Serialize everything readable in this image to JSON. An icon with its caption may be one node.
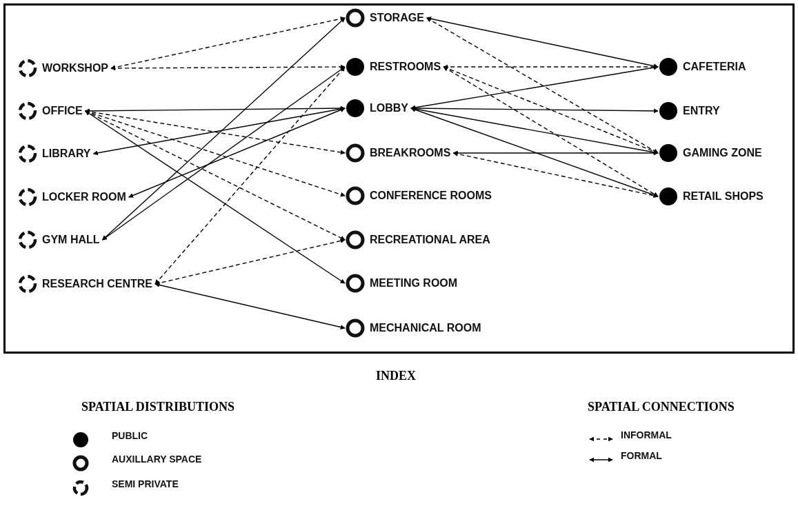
{
  "diagram": {
    "nodes": [
      {
        "text": [
          "WORKSHOP"
        ]
      },
      {
        "text": [
          "OFFICE"
        ]
      },
      {
        "text": [
          "LIBRARY"
        ]
      },
      {
        "text": [
          "LOCKER ROOM"
        ]
      },
      {
        "text": [
          "GYM HALL"
        ]
      },
      {
        "text": [
          "RESEARCH CENTRE"
        ]
      },
      {
        "text": [
          "STORAGE"
        ]
      },
      {
        "text": [
          "RESTROOMS"
        ]
      },
      {
        "text": [
          "LOBBY"
        ]
      },
      {
        "text": [
          "BREAKROOMS"
        ]
      },
      {
        "text": [
          "CONFERENCE ROOMS"
        ]
      },
      {
        "text": [
          "RECREATIONAL AREA"
        ]
      },
      {
        "text": [
          "MEETING ROOM"
        ]
      },
      {
        "text": [
          "MECHANICAL ROOM"
        ]
      },
      {
        "text": [
          "CAFETERIA"
        ]
      },
      {
        "text": [
          "ENTRY"
        ]
      },
      {
        "text": [
          "GAMING ZONE"
        ]
      },
      {
        "text": [
          "RETAIL SHOPS"
        ]
      }
    ],
    "edges": [
      {
        "from": 0,
        "to": 6,
        "arrow": "both",
        "style": "dashed"
      },
      {
        "from": 0,
        "to": 7,
        "arrow": "both",
        "style": "dashed"
      },
      {
        "from": 1,
        "to": 8,
        "arrow": "both"
      },
      {
        "from": 1,
        "to": 9,
        "arrow": "both",
        "style": "dashed"
      },
      {
        "from": 1,
        "to": 10,
        "arrow": "both",
        "style": "dashed"
      },
      {
        "from": 1,
        "to": 11,
        "arrow": "both",
        "style": "dashed"
      },
      {
        "from": 1,
        "to": 12,
        "arrow": "both"
      },
      {
        "from": 2,
        "to": 8,
        "arrow": "both"
      },
      {
        "from": 3,
        "to": 8,
        "arrow": "both"
      },
      {
        "from": 4,
        "to": 6,
        "arrow": "both"
      },
      {
        "from": 4,
        "to": 7,
        "arrow": "both"
      },
      {
        "from": 5,
        "to": 7,
        "arrow": "both",
        "style": "dashed"
      },
      {
        "from": 5,
        "to": 11,
        "arrow": "both",
        "style": "dashed"
      },
      {
        "from": 5,
        "to": 13,
        "arrow": "both"
      },
      {
        "from": 6,
        "to": 14,
        "arrow": "both"
      },
      {
        "from": 6,
        "to": 16,
        "arrow": "both",
        "style": "dashed"
      },
      {
        "from": 7,
        "to": 14,
        "arrow": "both",
        "style": "dashed"
      },
      {
        "from": 7,
        "to": 16,
        "arrow": "both",
        "style": "dashed"
      },
      {
        "from": 7,
        "to": 17,
        "arrow": "both",
        "style": "dashed"
      },
      {
        "from": 8,
        "to": 14,
        "arrow": "both"
      },
      {
        "from": 8,
        "to": 15,
        "arrow": "both"
      },
      {
        "from": 8,
        "to": 16,
        "arrow": "both"
      },
      {
        "from": 8,
        "to": 17,
        "arrow": "both"
      },
      {
        "from": 9,
        "to": 16,
        "arrow": "both"
      },
      {
        "from": 9,
        "to": 17,
        "arrow": "both",
        "style": "dashed"
      }
    ],
    "labels": [
      "INDEX",
      "SPATIAL DISTRIBUTIONS",
      "SPATIAL CONNECTIONS"
    ],
    "legend": [
      {
        "text": "PUBLIC"
      },
      {
        "text": "AUXILLARY SPACE"
      },
      {
        "text": "SEMI PRIVATE"
      },
      {
        "text": "INFORMAL"
      },
      {
        "text": "FORMAL"
      }
    ]
  }
}
